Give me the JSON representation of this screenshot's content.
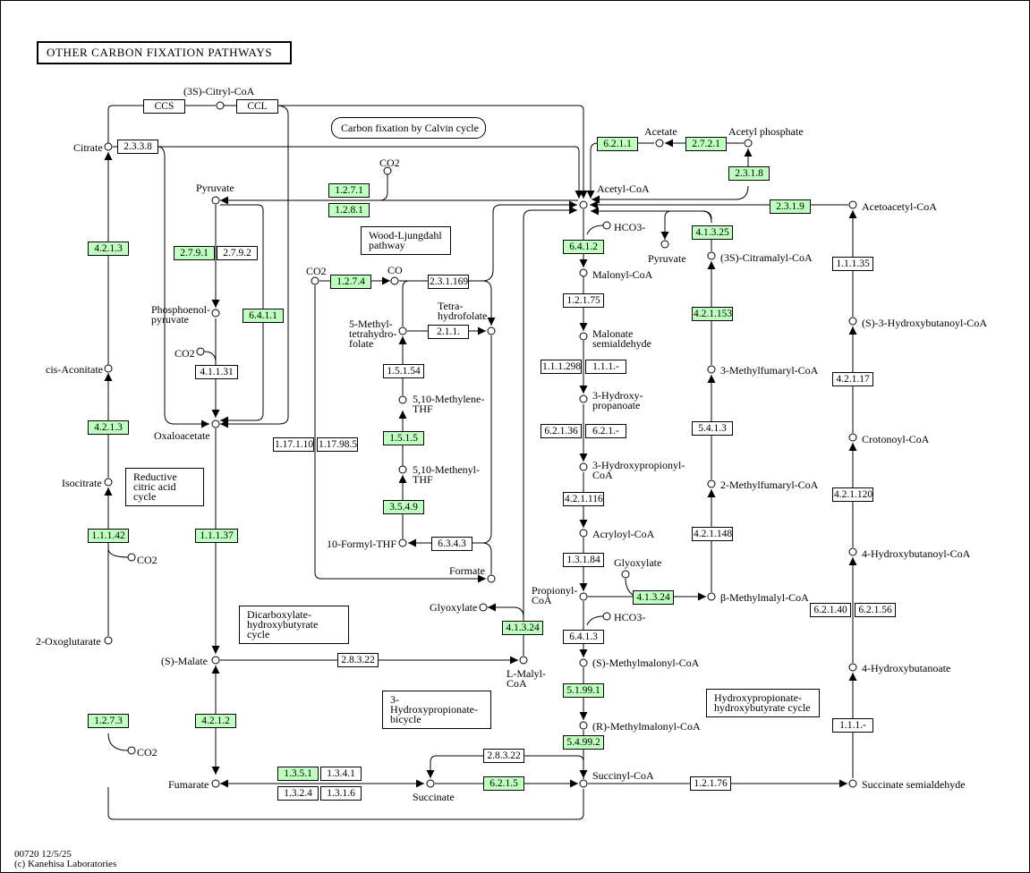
{
  "title": "OTHER CARBON FIXATION PATHWAYS",
  "footer": {
    "code": "00720 12/5/25",
    "copyright": "(c) Kanehisa Laboratories"
  },
  "pathway_boxes": {
    "calvin": "Carbon fixation by Calvin cycle",
    "wood": "Wood-Ljungdahl\npathway",
    "reductive": "Reductive\ncitric acid cycle",
    "dicarboxylate": "Dicarboxylate-\nhydroxybutyrate cycle",
    "hp_bicycle": "3-Hydroxypropionate-\nbicycle",
    "hp_hb": "Hydroxypropionate-\nhydroxybutyrate cycle"
  },
  "compounds": {
    "citryl": "(3S)-Citryl-CoA",
    "citrate": "Citrate",
    "cis_aconitate": "cis-Aconitate",
    "isocitrate": "Isocitrate",
    "co2_a": "CO2",
    "oxoglutarate": "2-Oxoglutarate",
    "co2_b": "CO2",
    "pyruvate": "Pyruvate",
    "pep": "Phosphoenol-\npyruvate",
    "co2_c": "CO2",
    "oxaloacetate": "Oxaloacetate",
    "malate": "(S)-Malate",
    "fumarate": "Fumarate",
    "succinate": "Succinate",
    "co2_top": "CO2",
    "co2_wl": "CO2",
    "co": "CO",
    "methyl_thf": "5-Methyl-\ntetrahydro-\nfolate",
    "thf": "Tetra-\nhydrofolate",
    "methylene_thf": "5,10-Methylene-\nTHF",
    "methenyl_thf": "5,10-Methenyl-\nTHF",
    "formyl_thf": "10-Formyl-THF",
    "formate": "Formate",
    "glyoxylate_l": "Glyoxylate",
    "malyl_coa": "L-Malyl-\nCoA",
    "acetate": "Acetate",
    "acetyl_phosphate": "Acetyl phosphate",
    "acetyl_coa": "Acetyl-CoA",
    "hco3_a": "HCO3-",
    "malonyl_coa": "Malonyl-CoA",
    "malonate_sa": "Malonate\nsemialdehyde",
    "hydroxypropanoate": "3-Hydroxy-\npropanoate",
    "hydroxypropionyl": "3-Hydroxypropionyl-\nCoA",
    "acryloyl": "Acryloyl-CoA",
    "propionyl": "Propionyl-\nCoA",
    "glyoxylate_r": "Glyoxylate",
    "hco3_b": "HCO3-",
    "s_methylmalonyl": "(S)-Methylmalonyl-CoA",
    "r_methylmalonyl": "(R)-Methylmalonyl-CoA",
    "succinyl_coa": "Succinyl-CoA",
    "pyruvate_r": "Pyruvate",
    "citramalyl": "(3S)-Citramalyl-CoA",
    "methylfumaryl": "3-Methylfumaryl-CoA",
    "methylfumaryl2": "2-Methylfumaryl-CoA",
    "methylmalyl": "β-Methylmalyl-CoA",
    "acetoacetyl": "Acetoacetyl-CoA",
    "hydroxybutanoyl": "(S)-3-Hydroxybutanoyl-CoA",
    "crotonoyl": "Crotonoyl-CoA",
    "hydroxybutanoyl4": "4-Hydroxybutanoyl-CoA",
    "hydroxybutanoate4": "4-Hydroxybutanoate",
    "succ_semialdehyde": "Succinate semialdehyde"
  },
  "enzymes": {
    "ccs": "CCS",
    "ccl": "CCL",
    "e2338": "2.3.3.8",
    "e4213a": "4.2.1.3",
    "e4213b": "4.2.1.3",
    "e11142": "1.1.1.42",
    "e1273": "1.2.7.3",
    "e2791": "2.7.9.1",
    "e2792": "2.7.9.2",
    "e6411": "6.4.1.1",
    "e41131": "4.1.1.31",
    "e11137": "1.1.1.37",
    "e4212": "4.2.1.2",
    "e1351": "1.3.5.1",
    "e1341": "1.3.4.1",
    "e1324": "1.3.2.4",
    "e1316": "1.3.1.6",
    "e2155": "6.2.1.5",
    "e28322a": "2.8.3.22",
    "e28322b": "2.8.3.22",
    "e1271": "1.2.7.1",
    "e1281": "1.2.8.1",
    "e1274": "1.2.7.4",
    "e231169": "2.3.1.169",
    "e211": "2.1.1.",
    "e15154": "1.5.1.54",
    "e1515": "1.5.1.5",
    "e3549": "3.5.4.9",
    "e6343": "6.3.4.3",
    "e117110": "1.17.1.10",
    "e117985": "1.17.98.5",
    "e41324a": "4.1.3.24",
    "e41324b": "4.1.3.24",
    "e6211": "6.2.1.1",
    "e2721": "2.7.2.1",
    "e2318": "2.3.1.8",
    "e6412": "6.4.1.2",
    "e12175": "1.2.1.75",
    "e111298": "1.1.1.298",
    "e111x": "1.1.1.-",
    "e62136": "6.2.1.36",
    "e621x": "6.2.1.-",
    "e421116": "4.2.1.116",
    "e13184": "1.3.1.84",
    "e6413": "6.4.1.3",
    "e51991": "5.1.99.1",
    "e54992": "5.4.99.2",
    "e41325": "4.1.3.25",
    "e421153": "4.2.1.153",
    "e5413": "5.4.1.3",
    "e421148": "4.2.1.148",
    "e2319": "2.3.1.9",
    "e11135": "1.1.1.35",
    "e42117": "4.2.1.17",
    "e421120": "4.2.1.120",
    "e62140": "6.2.1.40",
    "e62156": "6.2.1.56",
    "e111y": "1.1.1.-",
    "e12176": "1.2.1.76"
  }
}
